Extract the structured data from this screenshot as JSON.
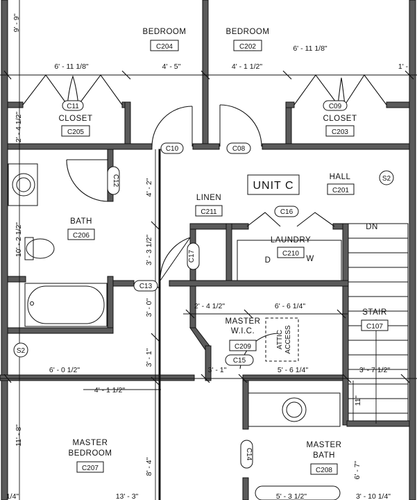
{
  "rooms": {
    "bedroom_left": {
      "name": "BEDROOM",
      "tag": "C204"
    },
    "bedroom_right": {
      "name": "BEDROOM",
      "tag": "C202"
    },
    "closet_left": {
      "name": "CLOSET",
      "tag": "C205",
      "door": "C11"
    },
    "closet_right": {
      "name": "CLOSET",
      "tag": "C203",
      "door": "C09"
    },
    "hall": {
      "name": "HALL",
      "tag": "C201"
    },
    "bath": {
      "name": "BATH",
      "tag": "C206"
    },
    "linen": {
      "name": "LINEN",
      "tag": "C211"
    },
    "laundry": {
      "name": "LAUNDRY",
      "tag": "C210",
      "dryer": "D",
      "washer": "W"
    },
    "stair": {
      "name": "STAIR",
      "tag": "C107",
      "dn": "DN"
    },
    "master_wic": {
      "name_line1": "MASTER",
      "name_line2": "W.I.C.",
      "tag": "C209"
    },
    "master_bedroom": {
      "name_line1": "MASTER",
      "name_line2": "BEDROOM",
      "tag": "C207"
    },
    "master_bath": {
      "name_line1": "MASTER",
      "name_line2": "BATH",
      "tag": "C208"
    }
  },
  "unit_label": "UNIT C",
  "attic_access": {
    "line1": "ATTIC",
    "line2": "ACCESS"
  },
  "doors": {
    "c10": "C10",
    "c08": "C08",
    "c12": "C12",
    "c16": "C16",
    "c17": "C17",
    "c13": "C13",
    "c15": "C15",
    "c14": "C14"
  },
  "section_markers": {
    "s2_right": "S2",
    "s2_left": "S2"
  },
  "dimensions": {
    "d_9_9": "9' - 9\"",
    "d_6_11_left": "6' - 11 1/8\"",
    "d_4_5": "4' - 5\"",
    "d_4_1_half": "4' - 1 1/2\"",
    "d_6_11_right": "6' - 11 1/8\"",
    "d_1_right": "1' -",
    "d_2_4_half_v": "2' - 4 1/2\"",
    "d_4_2": "4' - 2\"",
    "d_10_2_half": "10' - 2 1/2\"",
    "d_3_3_half": "3' - 3 1/2\"",
    "d_3_0": "3' - 0\"",
    "d_2_4_half_h": "2' - 4 1/2\"",
    "d_6_6_qtr": "6' - 6 1/4\"",
    "d_3_1_v": "3' - 1\"",
    "d_6_0_half": "6' - 0 1/2\"",
    "d_3_1_h": "3' - 1\"",
    "d_5_6_qtr": "5' - 6 1/4\"",
    "d_3_7_half": "3' - 7 1/2\"",
    "d_4_1_half_b": "4' - 1 1/2\"",
    "d_11": "11\"",
    "d_11_8": "11' - 8\"",
    "d_8_4": "8' - 4\"",
    "d_6_7": "6' - 7\"",
    "d_13_3": "13' - 3\"",
    "d_5_3_half": "5' - 3 1/2\"",
    "d_3_10_qtr": "3' - 10 1/4\"",
    "d_qtr": "1/4\""
  }
}
